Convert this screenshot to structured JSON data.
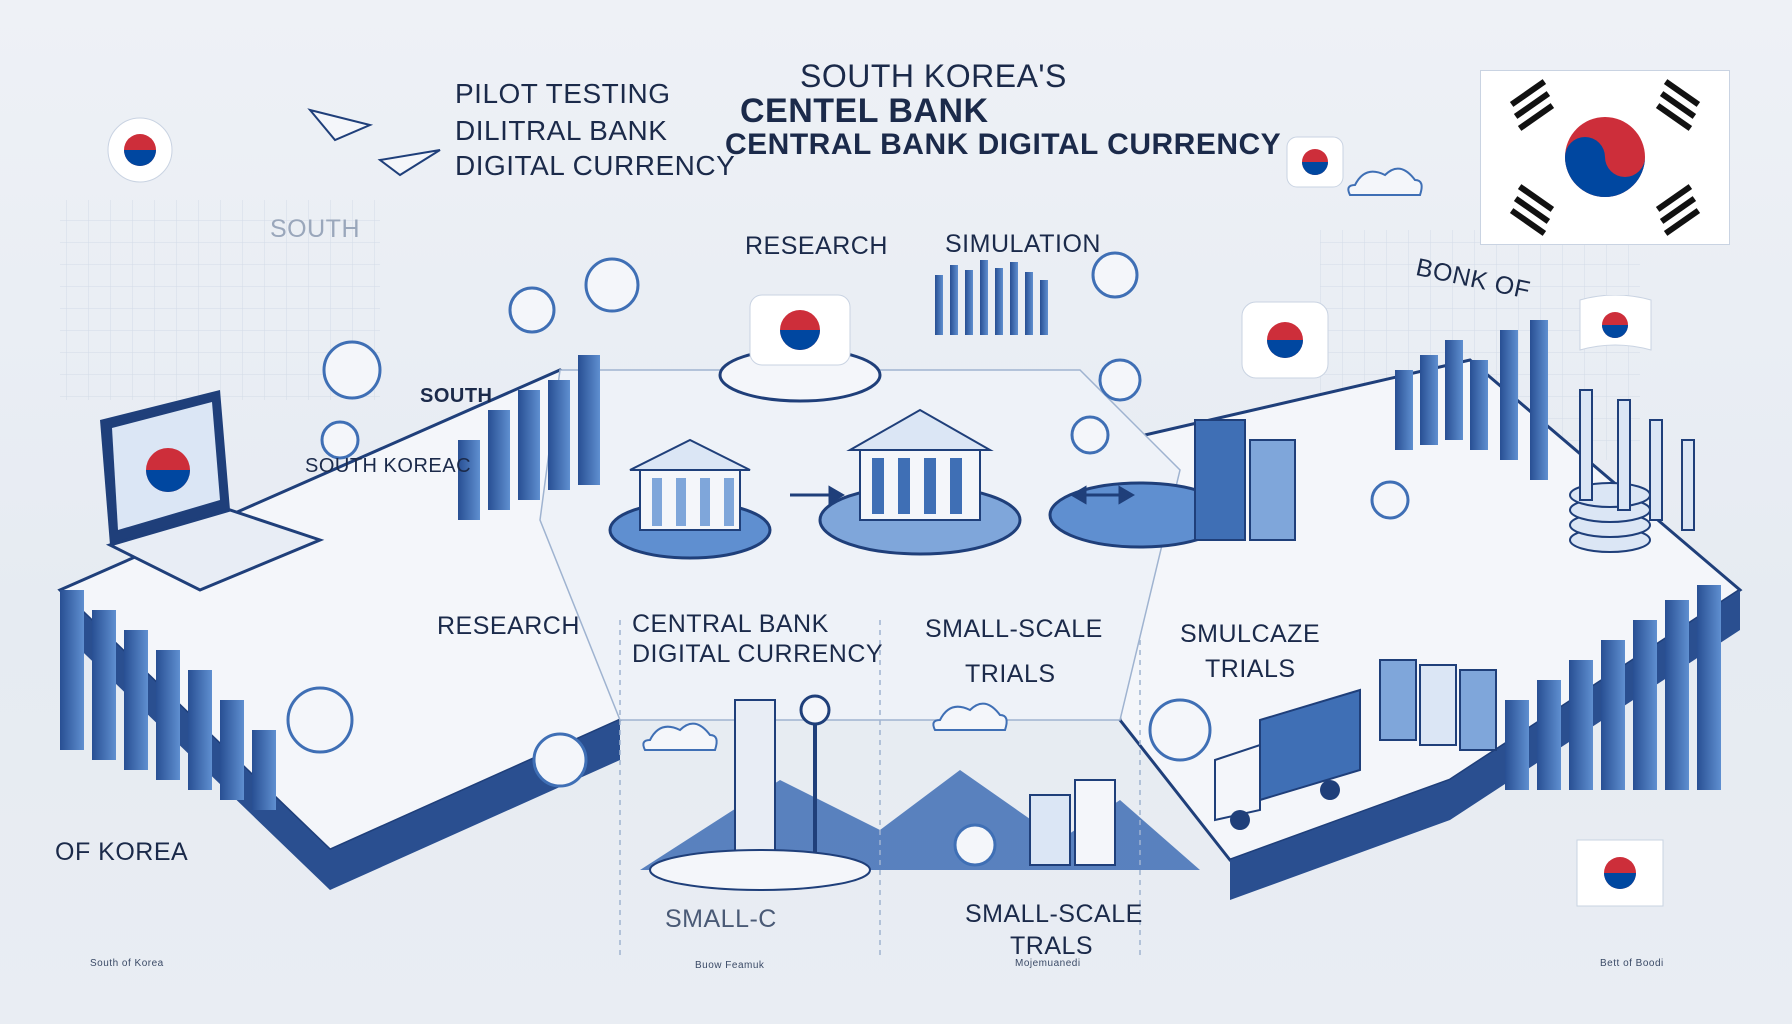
{
  "header": {
    "pilot_line1": "PILOT TESTING",
    "pilot_line2": "DILITRAL BANK",
    "pilot_line3": "DIGITAL CURRENCY",
    "title_line1": "SOUTH KOREA'S",
    "title_line2": "CENTEL BANK",
    "title_line3": "CENTRAL BANK DIGITAL CURRENCY"
  },
  "labels": {
    "research_top": "RESEARCH",
    "simulation_top": "SIMULATION",
    "south_faded": "SOUTH",
    "south_sign": "SOUTH",
    "south_koreac": "SOUTH KOREAC",
    "bonk_of": "BONK OF",
    "research_mid": "RESEARCH",
    "cbdc_line1": "CENTRAL BANK",
    "cbdc_line2": "DIGITAL CURRENCY",
    "small_scale_mid_1": "SMALL-SCALE",
    "small_scale_mid_2": "TRIALS",
    "smulcaze_1": "SMULCAZE",
    "smulcaze_2": "TRIALS",
    "of_korea": "OF KOREA",
    "small_c": "SMALL-C",
    "small_scale_bottom_1": "SMALL-SCALE",
    "small_scale_bottom_2": "TRALS"
  },
  "footer": {
    "left": "South of Korea",
    "center_left": "Buow Feamuk",
    "center": "Mojemuanedi",
    "right": "Bett of Boodi"
  },
  "colors": {
    "navy": "#1f3f7a",
    "blue": "#3f6fb5",
    "light_blue": "#7fa6da",
    "flag_red": "#cd2e3a",
    "flag_blue": "#0047a0"
  }
}
